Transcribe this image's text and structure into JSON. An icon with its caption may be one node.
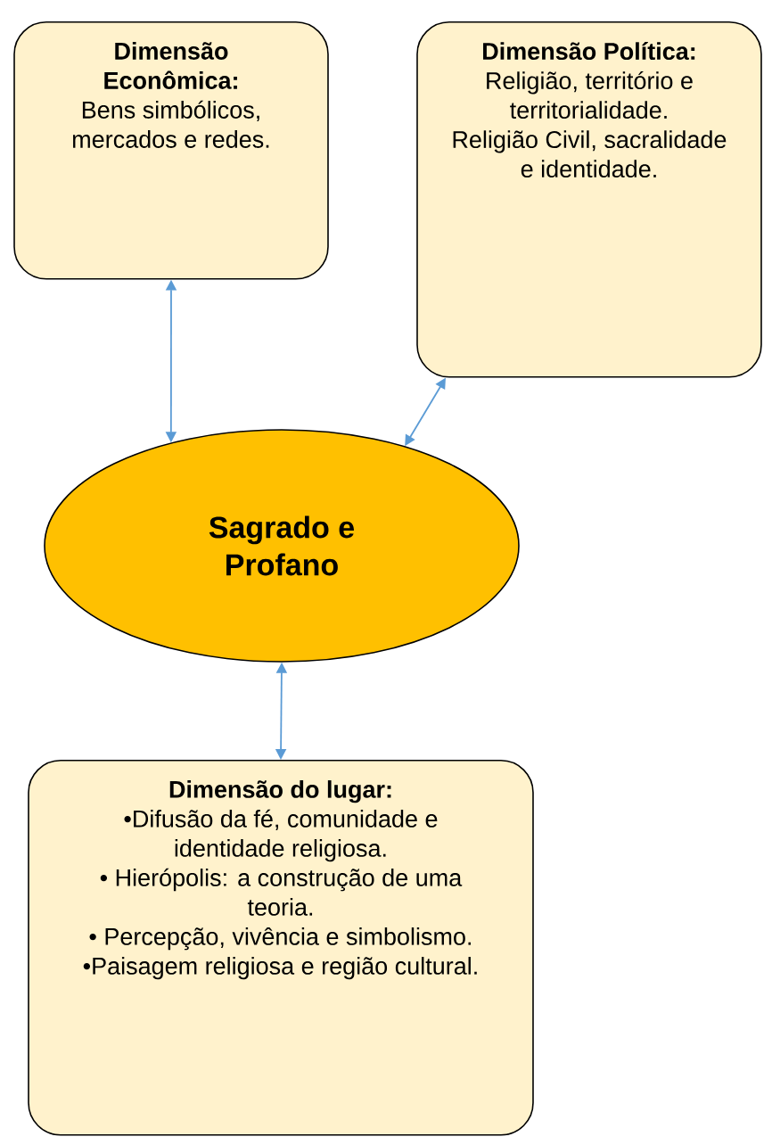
{
  "diagram": {
    "nodes": [
      {
        "text": [
          "Dimensão Econômica:",
          "Bens simbólicos, mercados e redes."
        ]
      },
      {
        "text": [
          "Dimensão Política:",
          "Religião, território e territorialidade.",
          "Religião Civil, sacralidade e identidade."
        ]
      },
      {
        "text": [
          "Sagrado e Profano"
        ]
      },
      {
        "text": [
          "Dimensão do lugar:",
          "•Difusão da fé, comunidade e identidade religiosa.",
          "• Hierópolis: a construção de uma teoria.",
          "• Percepção, vivência e simbolismo.",
          "•Paisagem religiosa e região cultural."
        ]
      }
    ],
    "edges": [
      {
        "from": 0,
        "to": 2,
        "arrow": "both"
      },
      {
        "from": 2,
        "to": 1,
        "arrow": "both"
      },
      {
        "from": 2,
        "to": 3,
        "arrow": "both"
      }
    ]
  }
}
